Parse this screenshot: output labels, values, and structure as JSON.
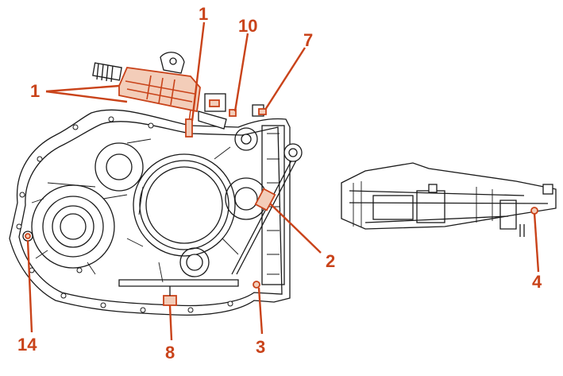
{
  "figure": {
    "accent_color": "#c9431a",
    "line_color": "#1a1a1a",
    "callouts": {
      "c1_top": "1",
      "c1_left": "1",
      "c10": "10",
      "c7": "7",
      "c2": "2",
      "c4": "4",
      "c3": "3",
      "c8": "8",
      "c14": "14"
    }
  }
}
